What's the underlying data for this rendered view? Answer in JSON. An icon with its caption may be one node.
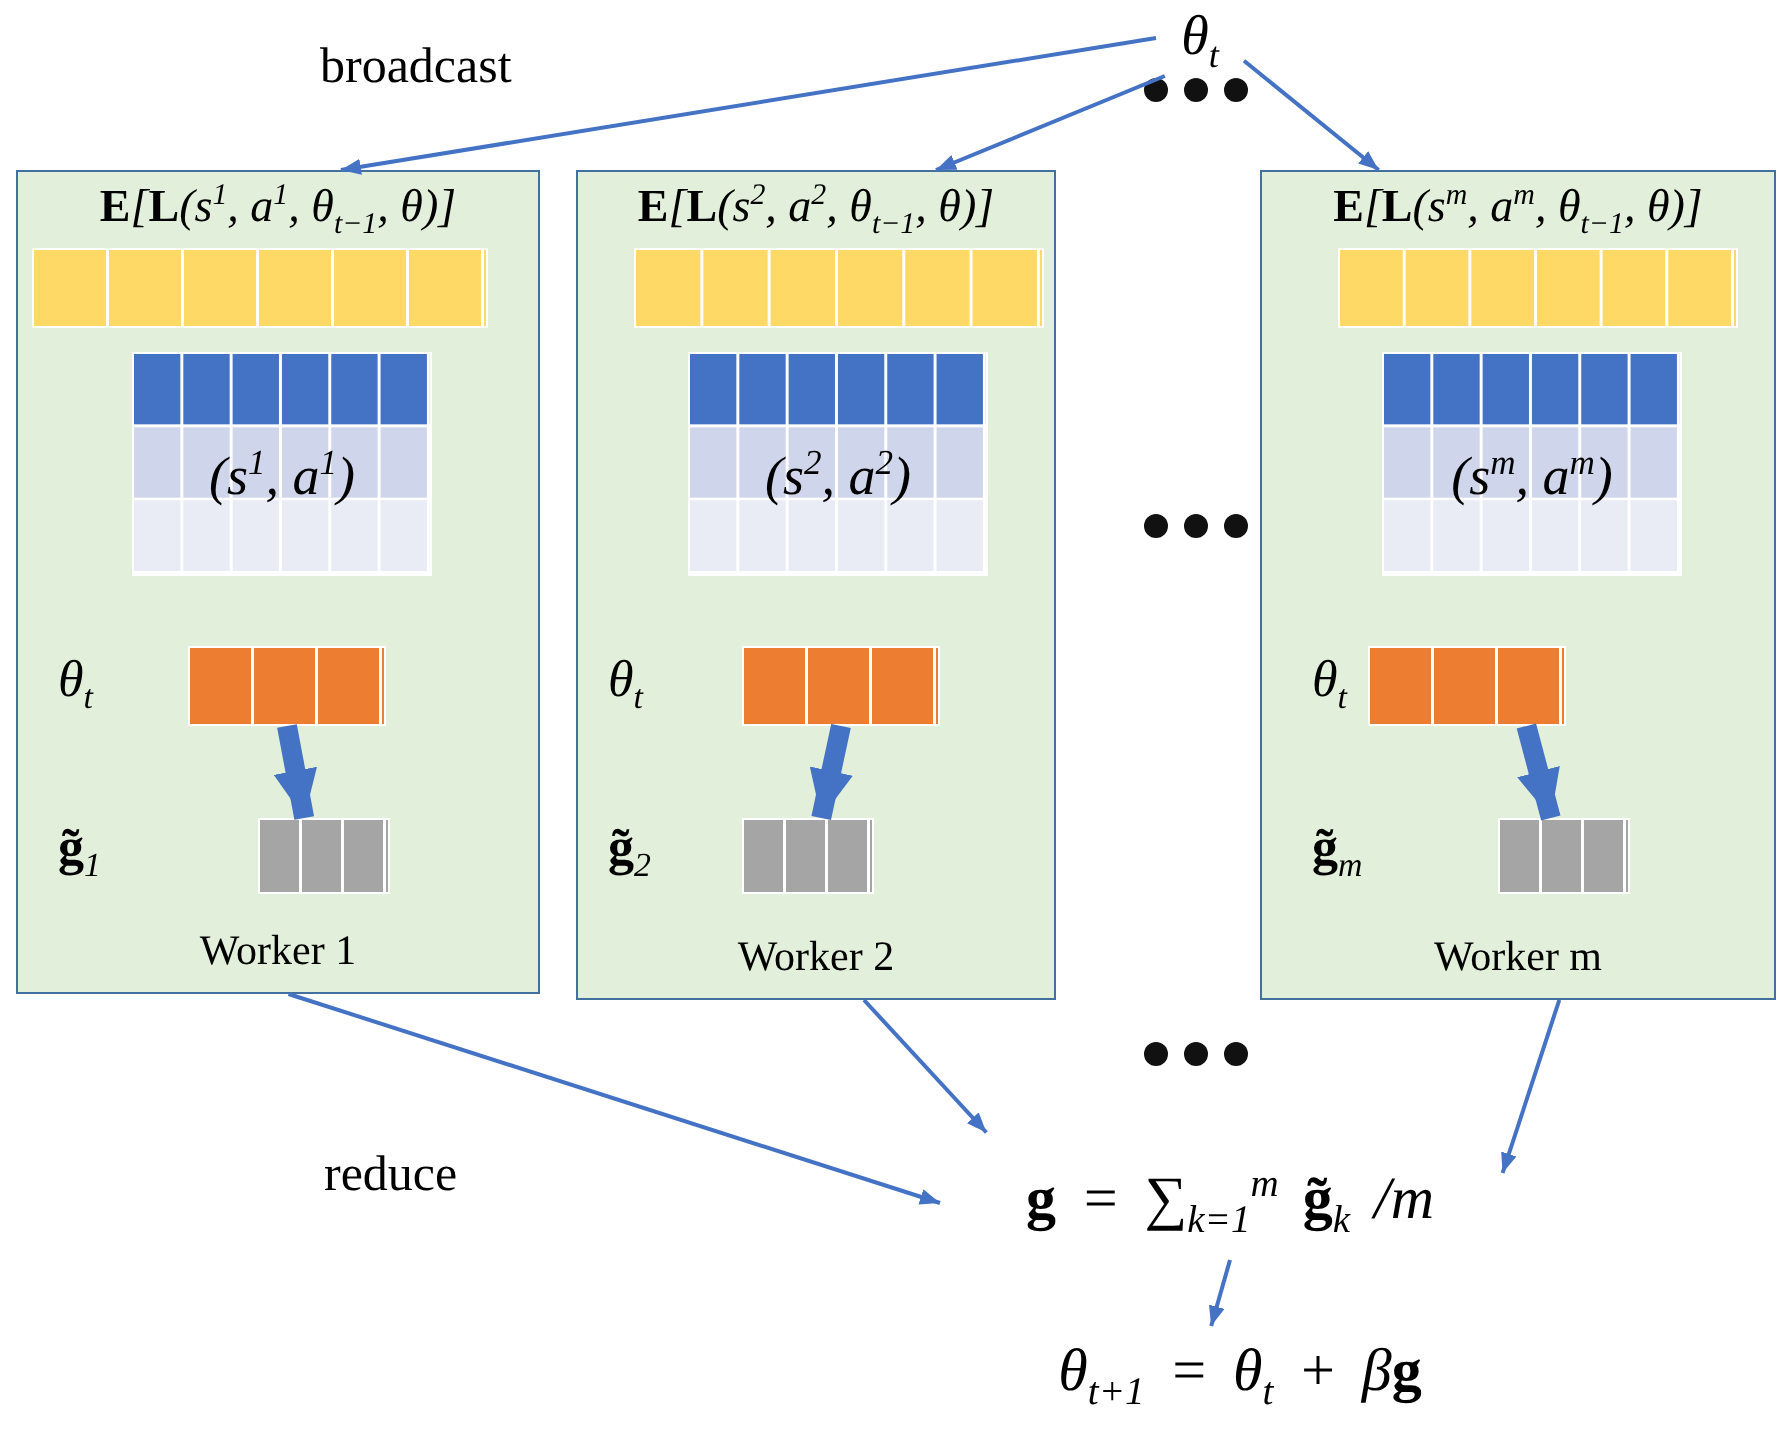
{
  "diagram": {
    "nodes": [
      {
        "text": [
          "θ$_{t}$"
        ]
      },
      {
        "text": [
          "**E**[**L**(s$^{1}$, a$^{1}$, θ$_{t−1}$, θ)]",
          "Worker 1"
        ]
      },
      {
        "text": [],
        "shape": "bar",
        "in": 1
      },
      {
        "text": [
          "(s$^{1}$, a$^{1}$)"
        ],
        "in": 1
      },
      {
        "text": [],
        "shape": "bar",
        "in": 1,
        "beside": [
          "θ$_{t}$"
        ]
      },
      {
        "text": [],
        "shape": "bar",
        "in": 1,
        "beside": [
          "**g̃**$_{1}$"
        ]
      },
      {
        "text": [
          "**E**[**L**(s$^{2}$, a$^{2}$, θ$_{t−1}$, θ)]",
          "Worker 2"
        ]
      },
      {
        "text": [],
        "shape": "bar",
        "in": 6
      },
      {
        "text": [
          "(s$^{2}$, a$^{2}$)"
        ],
        "in": 6
      },
      {
        "text": [],
        "shape": "bar",
        "in": 6,
        "beside": [
          "θ$_{t}$"
        ]
      },
      {
        "text": [],
        "shape": "bar",
        "in": 6,
        "beside": [
          "**g̃**$_{2}$"
        ]
      },
      {
        "text": [
          "**E**[**L**(s$^{m}$, a$^{m}$, θ$_{t−1}$, θ)]",
          "Worker m"
        ]
      },
      {
        "text": [],
        "shape": "bar",
        "in": 11
      },
      {
        "text": [
          "(s$^{m}$, a$^{m}$)"
        ],
        "in": 11
      },
      {
        "text": [],
        "shape": "bar",
        "in": 11,
        "beside": [
          "θ$_{t}$"
        ]
      },
      {
        "text": [],
        "shape": "bar",
        "in": 11,
        "beside": [
          "**g̃**$_{m}$"
        ]
      },
      {
        "text": [
          "**g** = ∑$_{k=1}$$^{m}$ **g̃**$_{k}$ /m"
        ]
      },
      {
        "text": [
          "θ$_{t+1}$ = θ$_{t}$ + β**g**"
        ]
      }
    ],
    "edges": [
      {
        "from": 0,
        "to": 1,
        "arrow": "to"
      },
      {
        "from": 0,
        "to": 6,
        "arrow": "to"
      },
      {
        "from": 0,
        "to": 11,
        "arrow": "to"
      },
      {
        "from": 4,
        "to": 5,
        "arrow": "to",
        "style": "thick"
      },
      {
        "from": 9,
        "to": 10,
        "arrow": "to",
        "style": "thick"
      },
      {
        "from": 14,
        "to": 15,
        "arrow": "to",
        "style": "thick"
      },
      {
        "from": 1,
        "to": 16,
        "arrow": "to"
      },
      {
        "from": 6,
        "to": 16,
        "arrow": "to"
      },
      {
        "from": 11,
        "to": 16,
        "arrow": "to"
      },
      {
        "from": 16,
        "to": 17,
        "arrow": "to"
      }
    ],
    "labels": [
      "broadcast",
      "reduce"
    ]
  }
}
